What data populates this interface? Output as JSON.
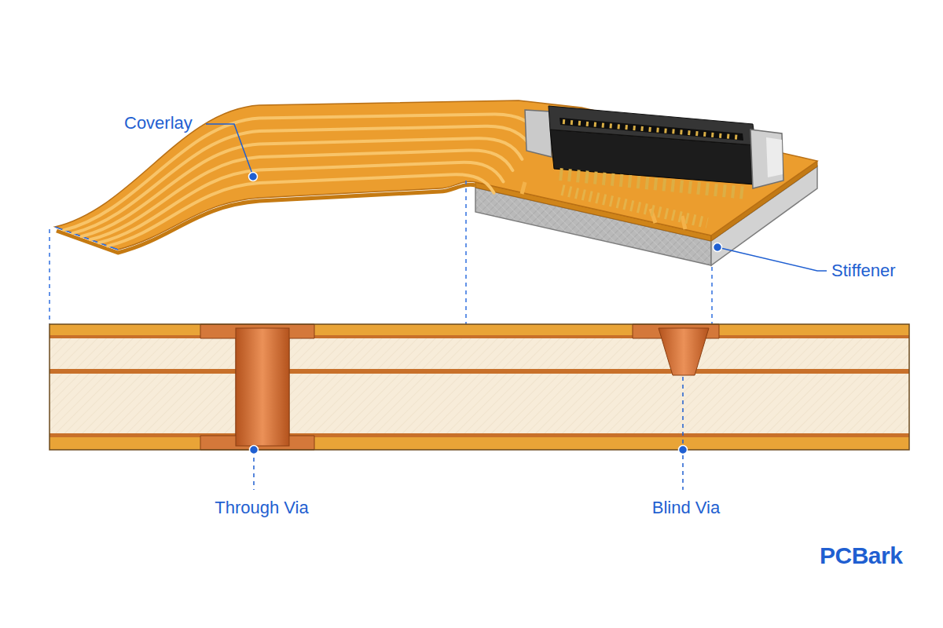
{
  "diagram": {
    "labels": [
      "Coverlay",
      "Stiffener",
      "Through Via",
      "Blind Via",
      "PCBark"
    ]
  }
}
